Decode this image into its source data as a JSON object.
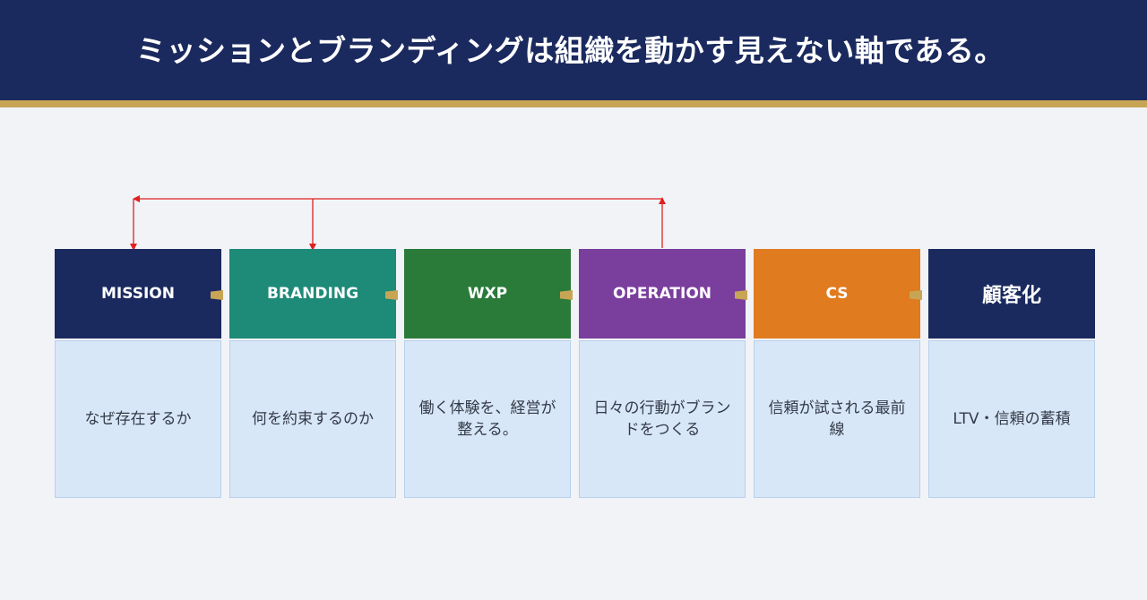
{
  "title": "ミッションとブランディングは組織を動かす見えない軸である。",
  "colors": {
    "header_bg": "#1b2a5e",
    "accent_gold": "#c8a555",
    "arrow_red": "#e02020"
  },
  "steps": [
    {
      "label": "MISSION",
      "color": "#1b2a5e",
      "desc": "なぜ存在するか"
    },
    {
      "label": "BRANDING",
      "color": "#1e8a78",
      "desc": "何を約束するのか"
    },
    {
      "label": "WXP",
      "color": "#2a7a3a",
      "desc": "働く体験を、経営が整える。"
    },
    {
      "label": "OPERATION",
      "color": "#7a3e9d",
      "desc": "日々の行動がブランドをつくる"
    },
    {
      "label": "CS",
      "color": "#e07b20",
      "desc": "信頼が試される最前線"
    },
    {
      "label": "顧客化",
      "color": "#1b2a5e",
      "desc": "LTV・信頼の蓄積"
    }
  ]
}
